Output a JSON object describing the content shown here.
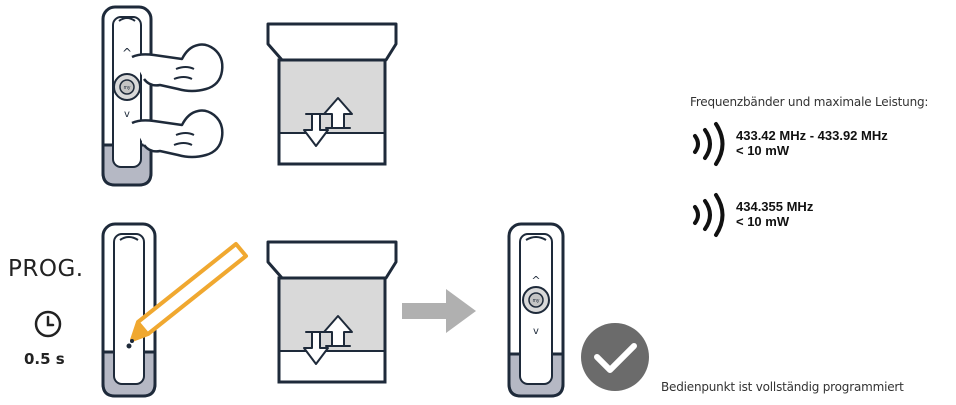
{
  "step2": {
    "prog_label": "PROG.",
    "duration": "0.5 s"
  },
  "remote": {
    "my_button": "my"
  },
  "frequency": {
    "title": "Frequenzbänder und maximale Leistung:",
    "bands": [
      {
        "freq": "433.42 MHz - 433.92 MHz",
        "power": "< 10 mW"
      },
      {
        "freq": "434.355 MHz",
        "power": "< 10 mW"
      }
    ]
  },
  "result": {
    "status": "Bedienpunkt ist vollständig programmiert"
  },
  "colors": {
    "outline": "#1e2a3a",
    "grey_fill": "#d9d9d9",
    "remote_bottom": "#b5b8c4",
    "arrow": "#b0b0b0",
    "check_circle": "#6b6b6b",
    "pencil": "#f0a830"
  }
}
